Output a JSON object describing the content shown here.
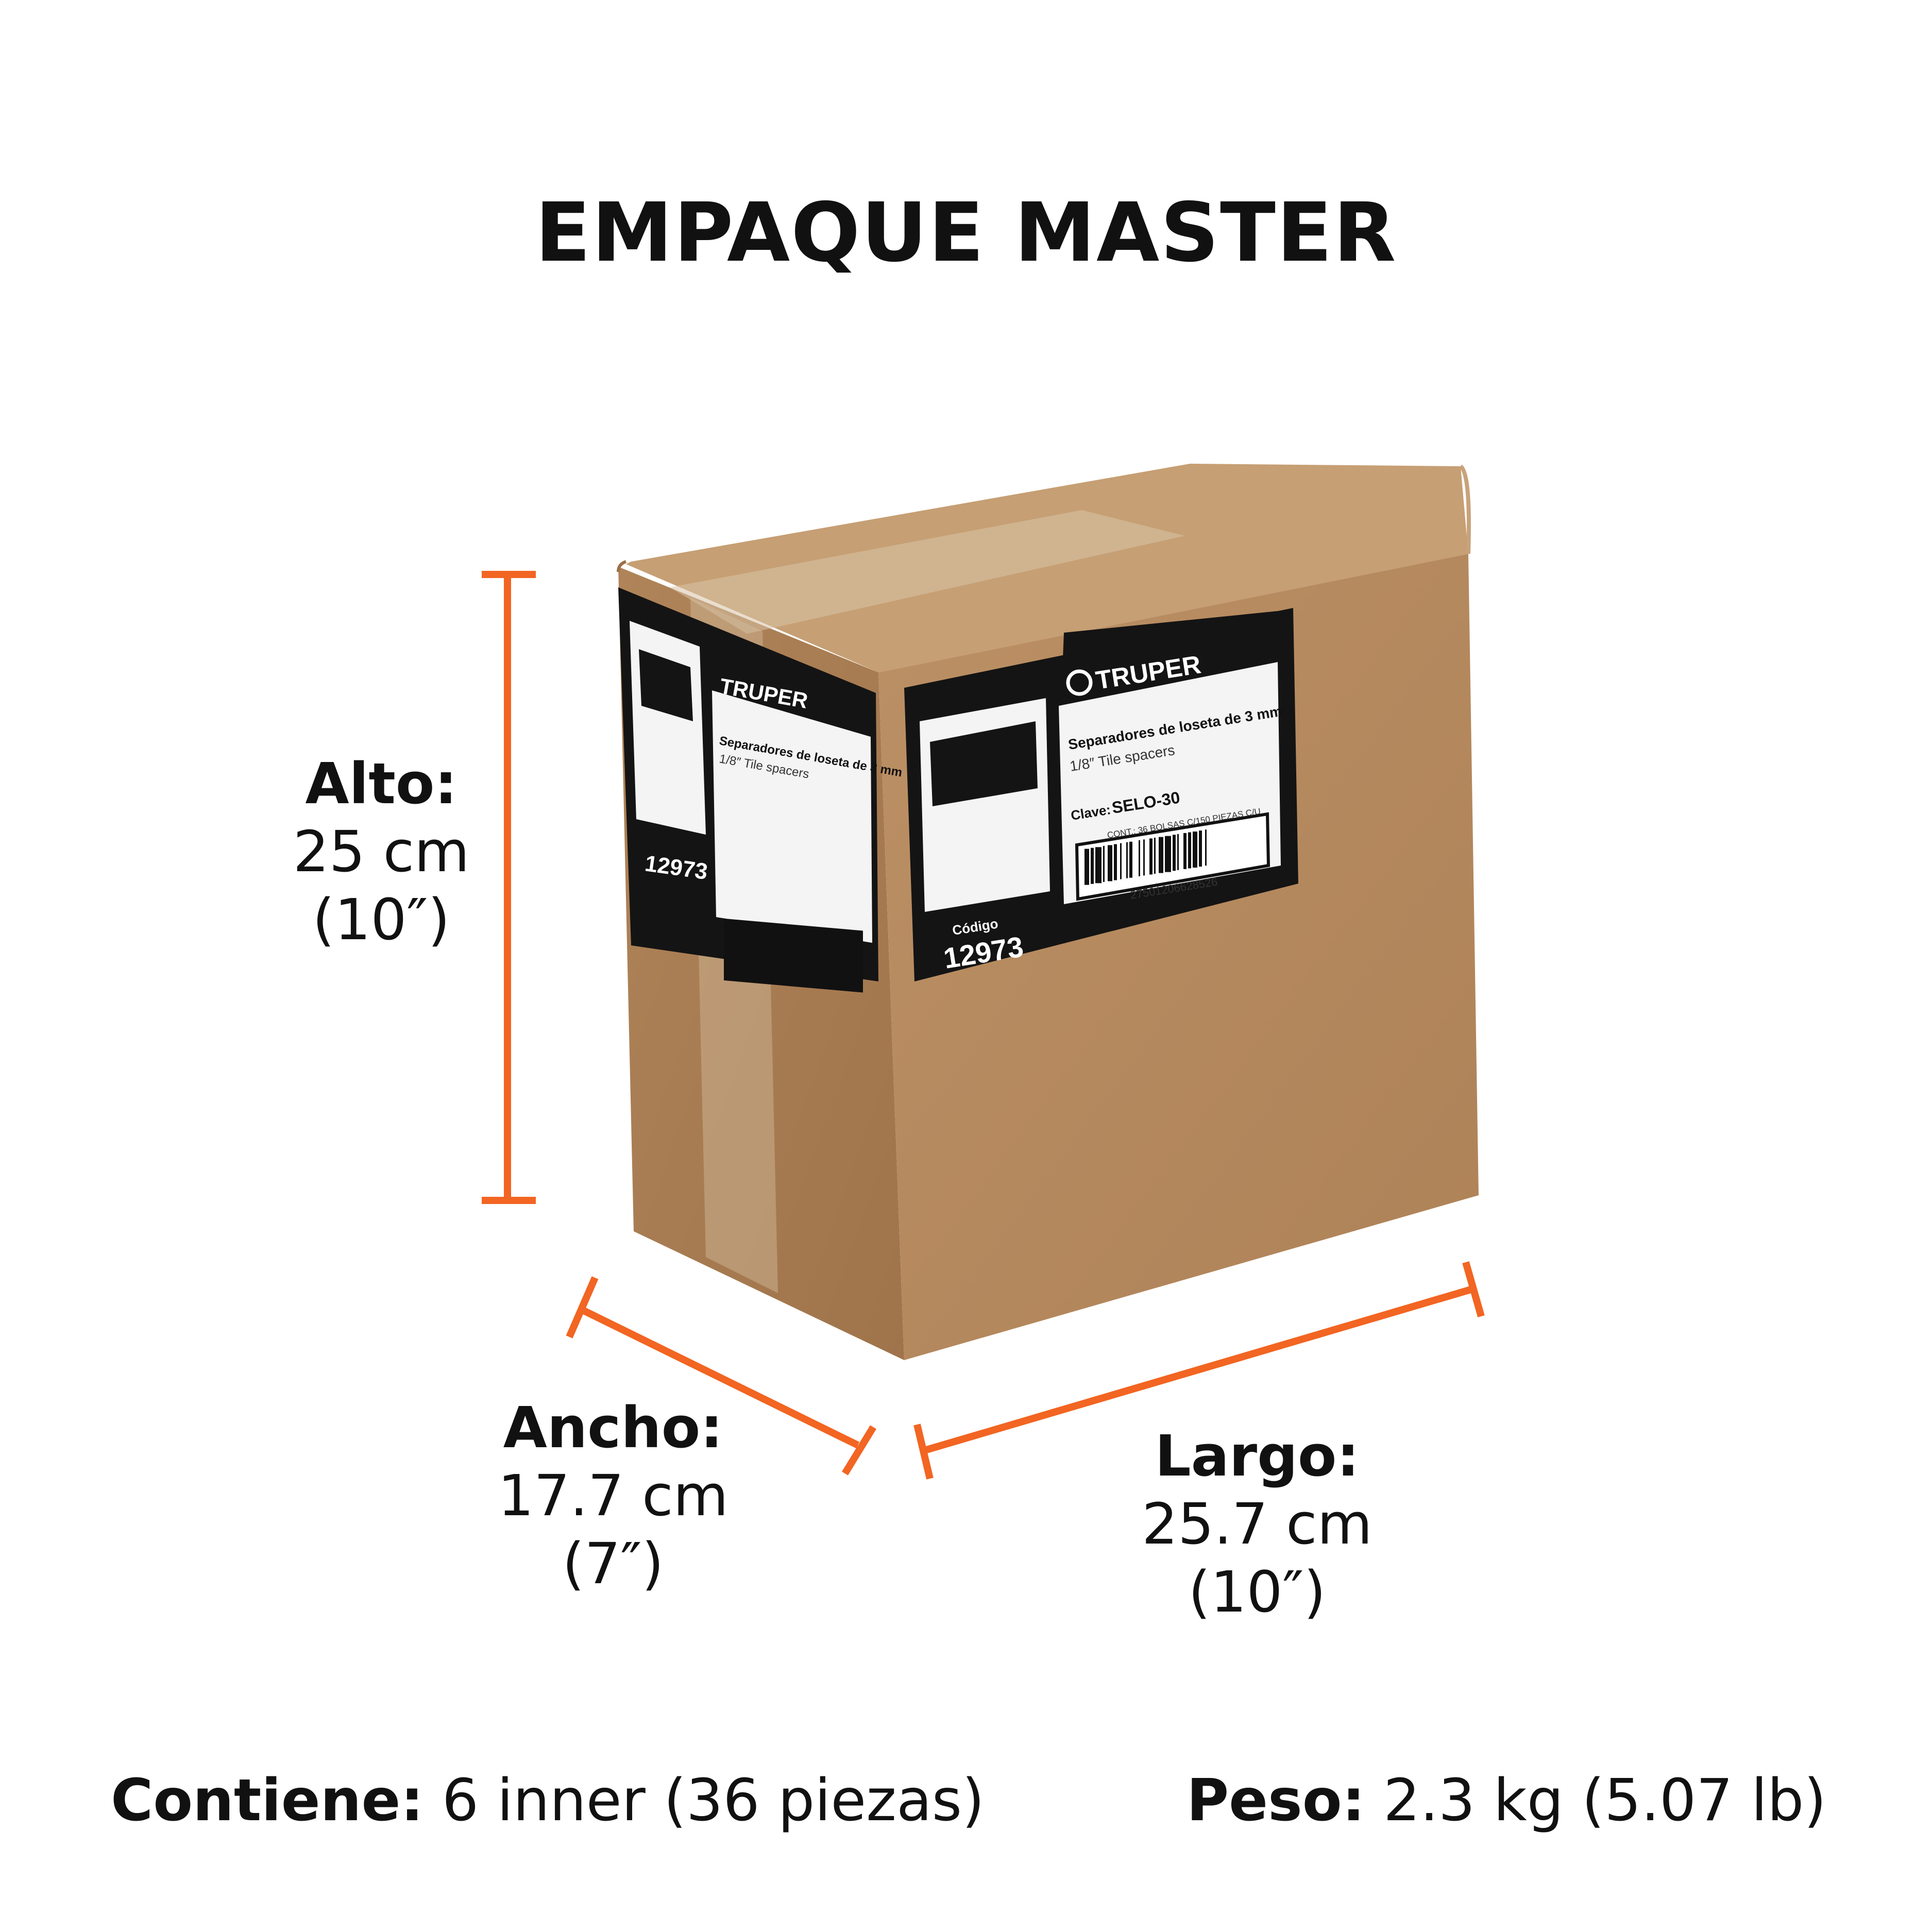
{
  "title": "EMPAQUE MASTER",
  "dimensions": {
    "height": {
      "label": "Alto:",
      "metric": "25 cm",
      "imperial": "(10″)"
    },
    "width": {
      "label": "Ancho:",
      "metric": "17.7 cm",
      "imperial": "(7″)"
    },
    "length": {
      "label": "Largo:",
      "metric": "25.7 cm",
      "imperial": "(10″)"
    }
  },
  "footer": {
    "contents_label": "Contiene:",
    "contents_value": "6 inner (36 piezas)",
    "weight_label": "Peso:",
    "weight_value": "2.3 kg (5.07 lb)"
  },
  "box_label": {
    "brand": "TRUPER",
    "product_es": "Separadores de loseta de 3 mm",
    "product_en": "1/8″ Tile spacers",
    "clave_label": "Clave:",
    "clave_value": "SELO-30",
    "cont": "CONT.: 36 BOLSAS C/150 PIEZAS C/U",
    "barcode_number": "27501206628526",
    "codigo_label": "Código",
    "codigo_value": "12973"
  },
  "colors": {
    "accent": "#F26522",
    "cardboard_front": "#B5895E",
    "cardboard_side": "#A87D53",
    "cardboard_top": "#C29A70",
    "label_black": "#141414"
  }
}
